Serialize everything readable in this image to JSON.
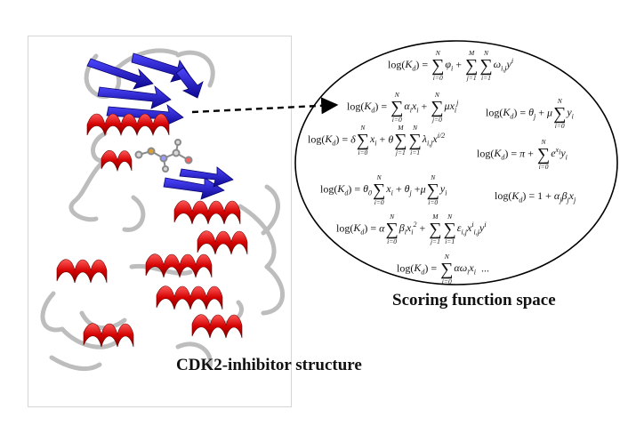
{
  "captions": {
    "structure": "CDK2-inhibitor structure",
    "space": "Scoring function space"
  },
  "equations": [
    "log(K_d) = Σ_{i=0}^{N} φ_i + Σ_{j=1}^{M} Σ_{i=1}^{N} ω_{i,j} y^i",
    "log(K_d) = Σ_{i=0}^{N} α_i x_i + Σ_{j=0}^{N} μ x_i^j",
    "log(K_d) = θ_j + μ Σ_{i=0}^{N} y_i",
    "log(K_d) = δ Σ_{i=0}^{N} x_i + θ Σ_{j=1}^{M} Σ_{i=1}^{N} λ_{i,j} x^{i/2}",
    "log(K_d) = π + Σ_{i=0}^{N} e^{x_i} y_i",
    "log(K_d) = θ_0 Σ_{i=0}^{N} x_i + θ_j + μ Σ_{i=0}^{N} y_i",
    "log(K_d) = 1 + α_j β_j x_j",
    "log(K_d) = α Σ_{i=0}^{N} β_i x_i^2 + Σ_{j=1}^{M} Σ_{i=1}^{N} ε_{i,j} x_{i,j}^i y^i",
    "log(K_d) = Σ_{i=0}^{N} α ω_i x_i ..."
  ],
  "colors": {
    "helix": "#d40000",
    "sheet": "#1a10c8",
    "coil": "#c8c8c8",
    "ligand": "#e0a030"
  }
}
